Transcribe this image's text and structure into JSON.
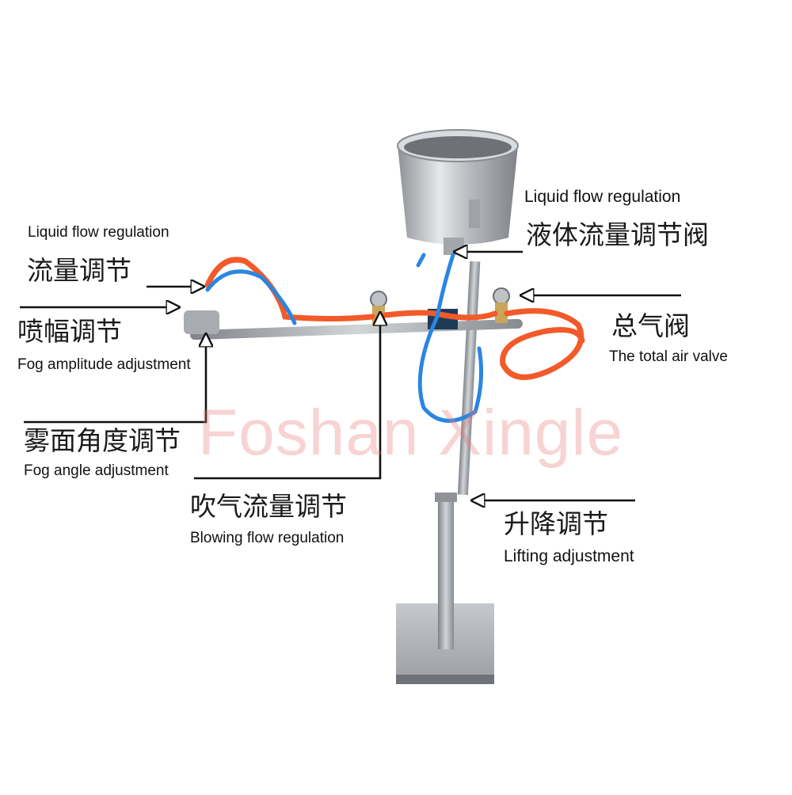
{
  "watermark": "Foshan Xingle",
  "labels": {
    "liquid_flow_left_en": "Liquid flow regulation",
    "liquid_flow_left_cn": "流量调节",
    "fog_amplitude_cn": "喷幅调节",
    "fog_amplitude_en": "Fog amplitude adjustment",
    "fog_angle_cn": "雾面角度调节",
    "fog_angle_en": "Fog angle adjustment",
    "blowing_flow_cn": "吹气流量调节",
    "blowing_flow_en": "Blowing flow regulation",
    "liquid_flow_right_en": "Liquid flow regulation",
    "liquid_flow_right_cn": "液体流量调节阀",
    "total_air_cn": "总气阀",
    "total_air_en": "The total air valve",
    "lifting_cn": "升降调节",
    "lifting_en": "Lifting adjustment"
  },
  "colors": {
    "steel": "#b9bcc0",
    "base": "#a9acb0",
    "air_hose": "#f25a2a",
    "liquid_hose": "#2a86e0",
    "watermark": "#eb7878"
  }
}
